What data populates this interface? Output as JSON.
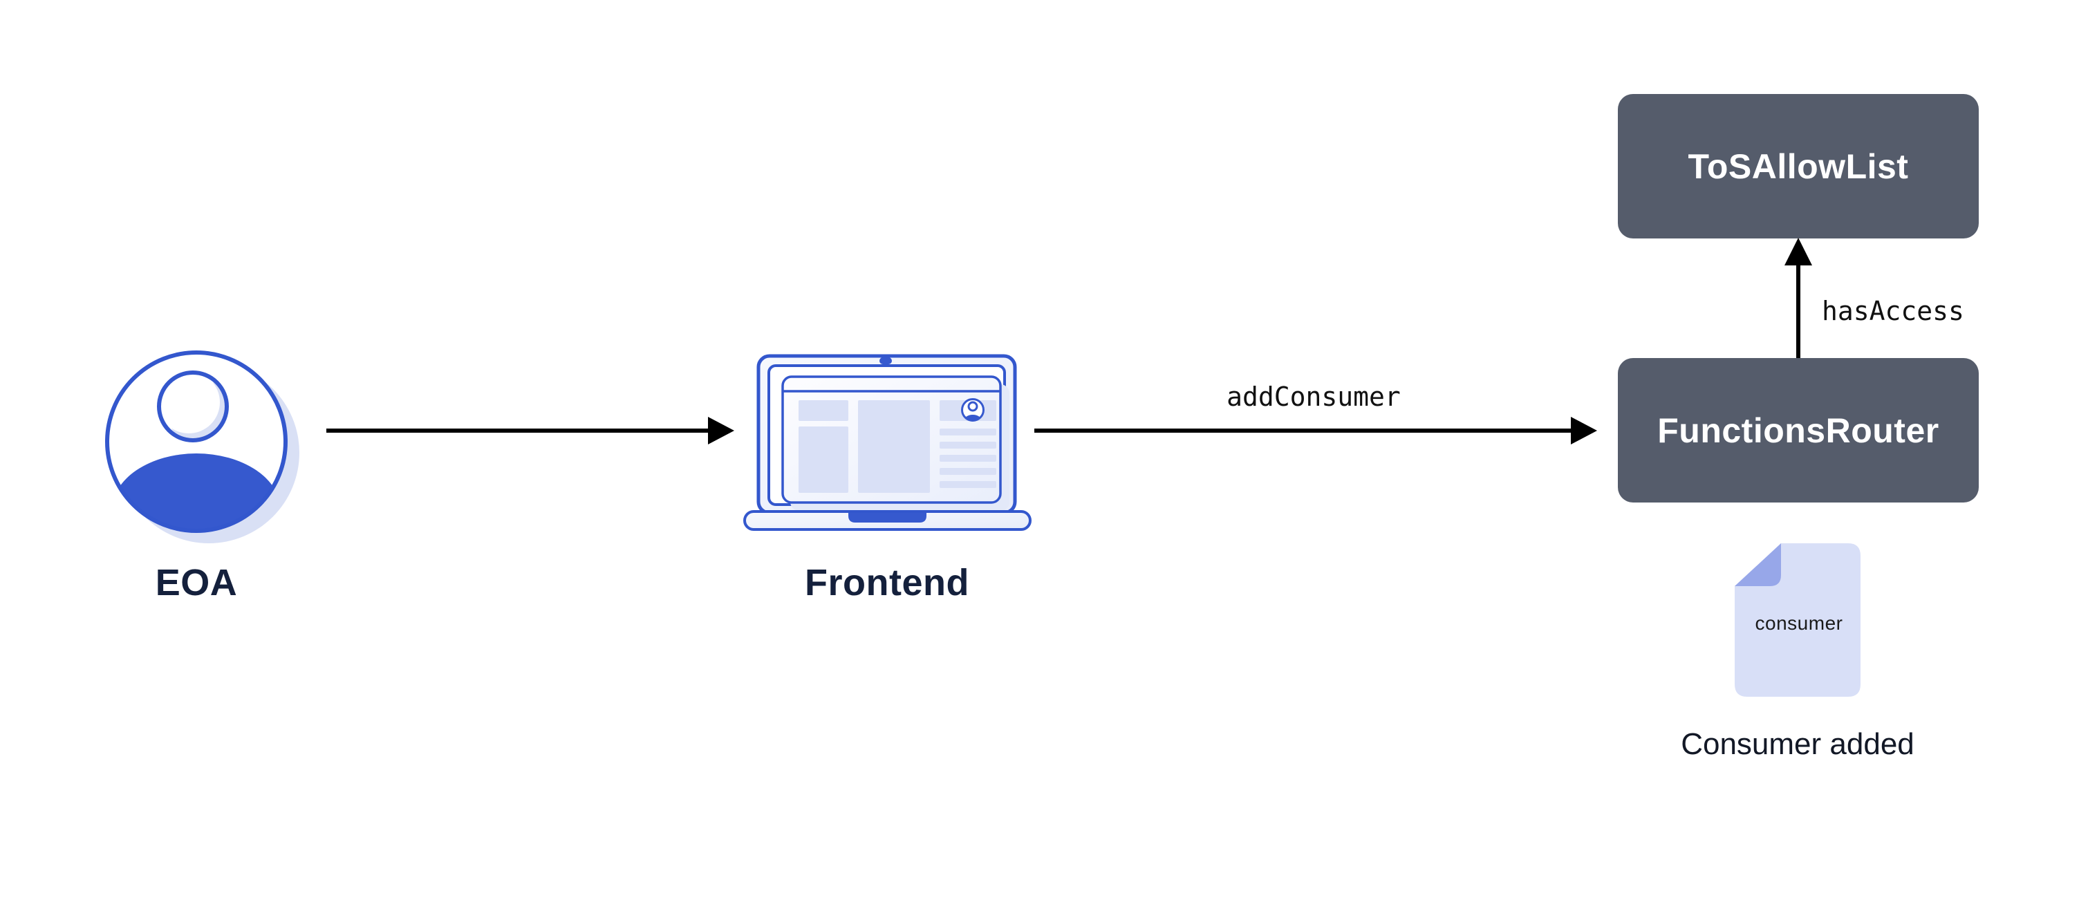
{
  "diagram_title": "",
  "nodes": {
    "eoa": {
      "label": "EOA",
      "icon": "user-avatar-icon"
    },
    "frontend": {
      "label": "Frontend",
      "icon": "laptop-browser-icon"
    },
    "functions_router": {
      "label": "FunctionsRouter",
      "type": "contract-box"
    },
    "tos_allow_list": {
      "label": "ToSAllowList",
      "type": "contract-box"
    },
    "consumer_doc": {
      "file_label": "consumer",
      "caption": "Consumer added",
      "icon": "document-icon"
    }
  },
  "edges": {
    "eoa_to_frontend": {
      "label": "",
      "direction": "right"
    },
    "frontend_to_router": {
      "label": "addConsumer",
      "direction": "right"
    },
    "router_to_allowlist": {
      "label": "hasAccess",
      "direction": "up"
    }
  },
  "colors": {
    "accent_blue": "#3357CD",
    "fill_blue": "#3659CE",
    "light_fill": "#D9E0F6",
    "soft_shadow": "#D9E0F5",
    "slate": "#555C6B",
    "navy": "#14203C",
    "doc_body": "#D8DFF7",
    "doc_fold": "#97A7E9",
    "arrow_black": "#000000"
  }
}
